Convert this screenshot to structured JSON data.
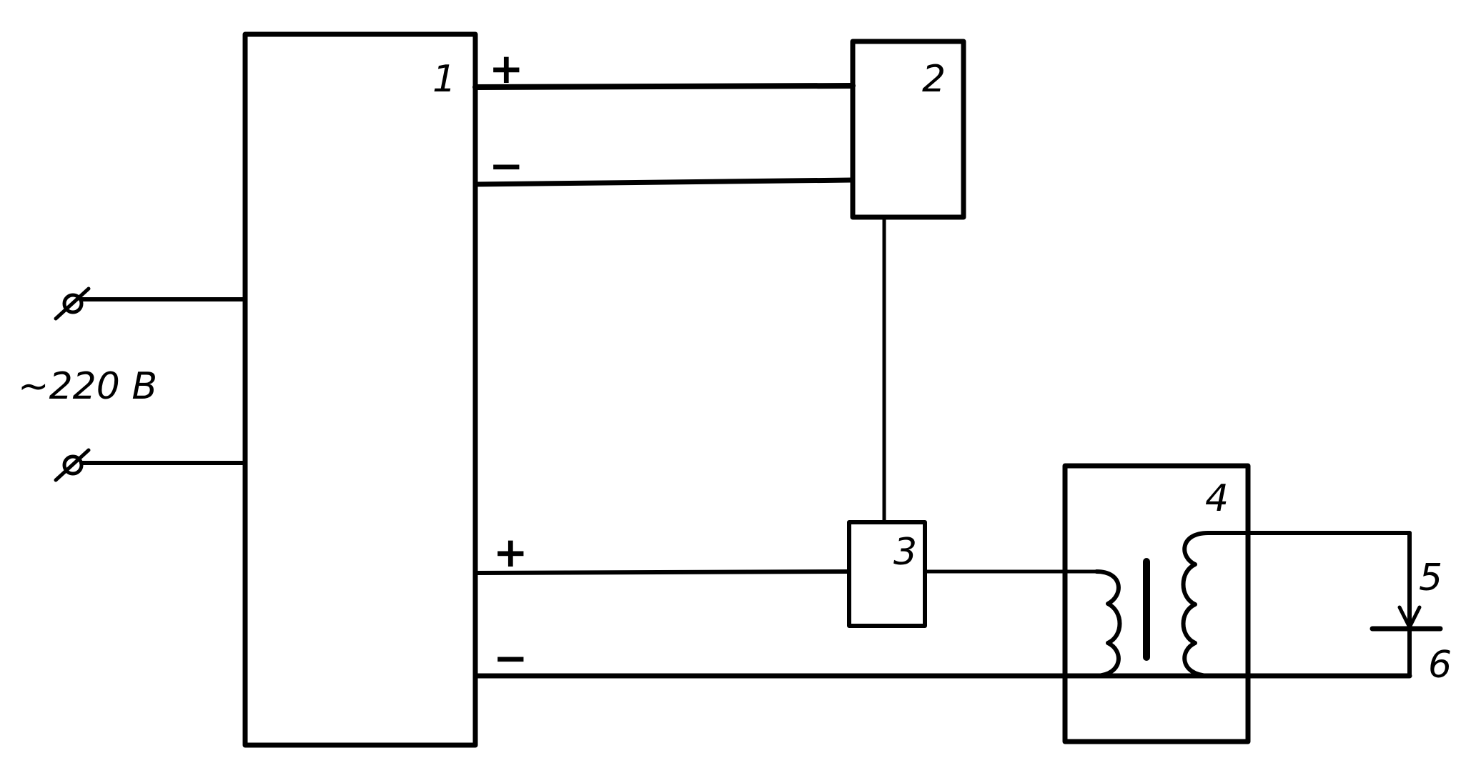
{
  "diagram": {
    "supply_label": "~220 B",
    "blocks": [
      {
        "id": "1",
        "label": "1"
      },
      {
        "id": "2",
        "label": "2"
      },
      {
        "id": "3",
        "label": "3"
      },
      {
        "id": "4",
        "label": "4"
      }
    ],
    "terminals": {
      "top_plus": "+",
      "top_minus": "−",
      "bottom_plus": "+",
      "bottom_minus": "−"
    },
    "electrode_labels": {
      "needle": "5",
      "plate": "6"
    }
  }
}
